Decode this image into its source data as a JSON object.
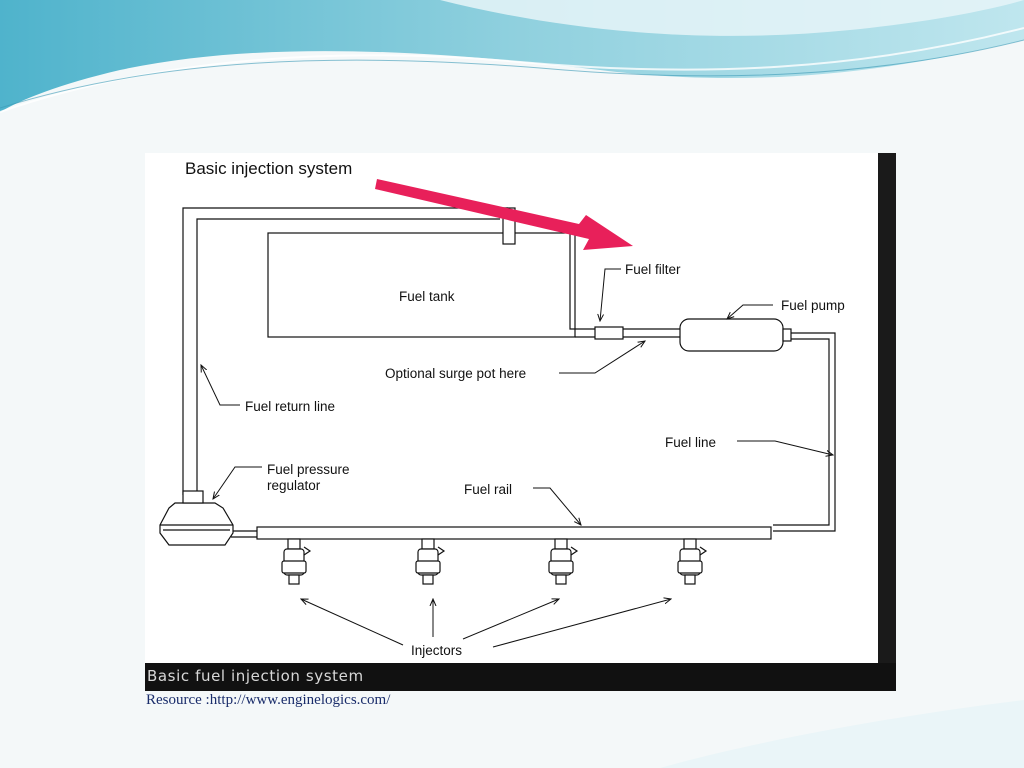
{
  "diagram": {
    "title": "Basic injection system",
    "labels": {
      "fuel_filter": "Fuel filter",
      "fuel_pump": "Fuel pump",
      "fuel_tank": "Fuel tank",
      "surge_pot": "Optional surge pot here",
      "return_line": "Fuel return line",
      "fuel_line": "Fuel line",
      "regulator_line1": "Fuel pressure",
      "regulator_line2": "regulator",
      "fuel_rail": "Fuel rail",
      "injectors": "Injectors"
    },
    "caption": "Basic fuel injection system",
    "highlight_color": "#e8205a"
  },
  "resource": "Resource :http://www.enginelogics.com/",
  "theme": {
    "accent": "#5bb8d0",
    "link_color": "#1a2d6b"
  }
}
